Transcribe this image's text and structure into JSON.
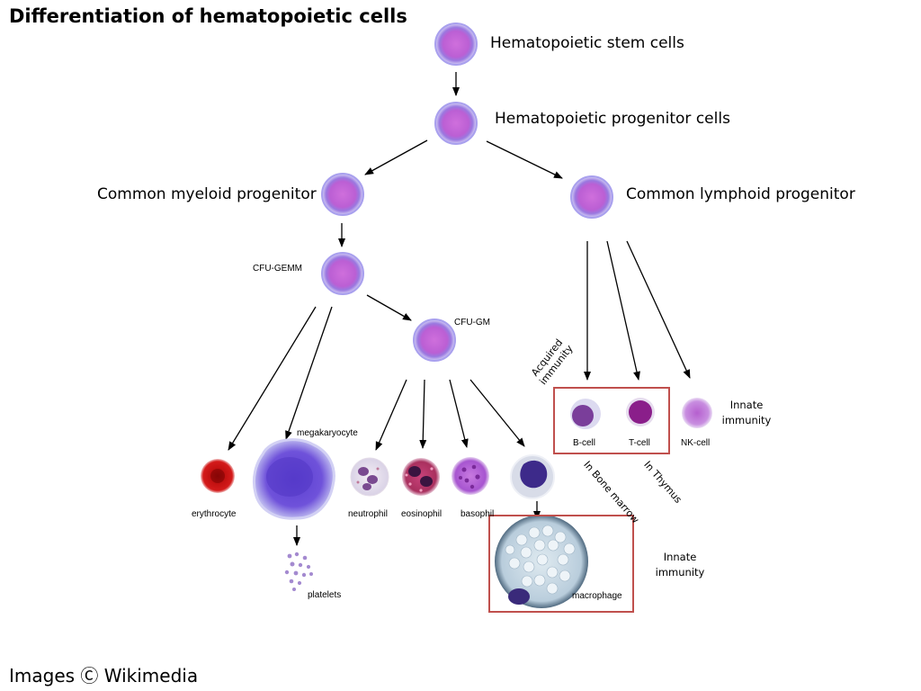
{
  "title": "Differentiation of hematopoietic cells",
  "credit": "Images Ⓒ Wikimedia",
  "labels": {
    "hsc": "Hematopoietic stem cells",
    "hpc": "Hematopoietic progenitor cells",
    "cmp": "Common myeloid progenitor",
    "clp": "Common lymphoid progenitor",
    "cfu_gemm": "CFU-GEMM",
    "cfu_gm": "CFU-GM",
    "megakaryocyte": "megakaryocyte",
    "erythrocyte": "erythrocyte",
    "neutrophil": "neutrophil",
    "eosinophil": "eosinophil",
    "basophil": "basophil",
    "platelets": "platelets",
    "macrophage": "macrophage",
    "b_cell": "B-cell",
    "t_cell": "T-cell",
    "nk_cell": "NK-cell",
    "acquired_immunity": "Acquired immunity",
    "innate_immunity_nk": "Innate immunity",
    "innate_immunity_macrophage": "Innate immunity",
    "in_bone_marrow": "In Bone marrow",
    "in_thymus": "In Thymus"
  },
  "colors": {
    "box_border": "#c0504d",
    "progenitor_fill": "#c268d8",
    "progenitor_rim": "#8e80e6",
    "erythrocyte": "#c41010",
    "megakaryocyte": "#6b4ed6",
    "arrow": "#000000"
  }
}
